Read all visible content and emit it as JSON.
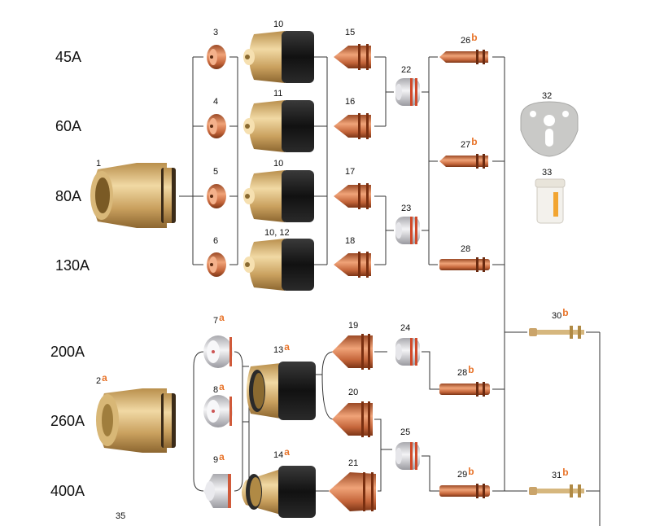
{
  "amperages": [
    "45A",
    "60A",
    "80A",
    "130A",
    "200A",
    "260A",
    "400A"
  ],
  "parts": {
    "p1": {
      "label": "1",
      "suffix": ""
    },
    "p2": {
      "label": "2",
      "suffix": "a"
    },
    "p3": {
      "label": "3",
      "suffix": ""
    },
    "p4": {
      "label": "4",
      "suffix": ""
    },
    "p5": {
      "label": "5",
      "suffix": ""
    },
    "p6": {
      "label": "6",
      "suffix": ""
    },
    "p7": {
      "label": "7",
      "suffix": "a"
    },
    "p8": {
      "label": "8",
      "suffix": "a"
    },
    "p9": {
      "label": "9",
      "suffix": "a"
    },
    "p10a": {
      "label": "10",
      "suffix": ""
    },
    "p11": {
      "label": "11",
      "suffix": ""
    },
    "p10b": {
      "label": "10",
      "suffix": ""
    },
    "p1012": {
      "label": "10, 12",
      "suffix": ""
    },
    "p13": {
      "label": "13",
      "suffix": "a"
    },
    "p14": {
      "label": "14",
      "suffix": "a"
    },
    "p15": {
      "label": "15",
      "suffix": ""
    },
    "p16": {
      "label": "16",
      "suffix": ""
    },
    "p17": {
      "label": "17",
      "suffix": ""
    },
    "p18": {
      "label": "18",
      "suffix": ""
    },
    "p19": {
      "label": "19",
      "suffix": ""
    },
    "p20": {
      "label": "20",
      "suffix": ""
    },
    "p21": {
      "label": "21",
      "suffix": ""
    },
    "p22": {
      "label": "22",
      "suffix": ""
    },
    "p23": {
      "label": "23",
      "suffix": ""
    },
    "p24": {
      "label": "24",
      "suffix": ""
    },
    "p25": {
      "label": "25",
      "suffix": ""
    },
    "p26": {
      "label": "26",
      "suffix": "b"
    },
    "p27": {
      "label": "27",
      "suffix": "b"
    },
    "p28a": {
      "label": "28",
      "suffix": ""
    },
    "p28b": {
      "label": "28",
      "suffix": "b"
    },
    "p29": {
      "label": "29",
      "suffix": "b"
    },
    "p30": {
      "label": "30",
      "suffix": "b"
    },
    "p31": {
      "label": "31",
      "suffix": "b"
    },
    "p32": {
      "label": "32",
      "suffix": ""
    },
    "p33": {
      "label": "33",
      "suffix": ""
    },
    "p35": {
      "label": "35",
      "suffix": ""
    }
  },
  "colors": {
    "copper": "#c8693e",
    "brass": "#cfa865",
    "dark": "#1a1a1a",
    "accent": "#e8742a",
    "line": "#333333",
    "silver": "#cfcfd2"
  }
}
